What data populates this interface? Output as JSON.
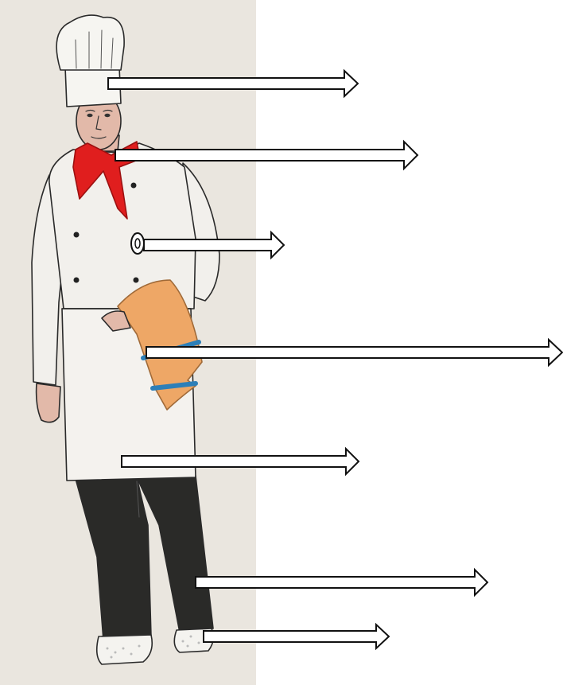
{
  "figure": {
    "subject": "chef-uniform-drawing",
    "icons": [
      "chef-hat-icon",
      "neckerchief-icon",
      "button-icon",
      "towel-icon",
      "apron-icon",
      "trousers-icon",
      "shoe-icon"
    ],
    "colors": {
      "paper": "#eae6df",
      "background": "#ffffff",
      "outline": "#2a2a2a",
      "skin": "#e2b9a9",
      "neckerchief": "#e01e1e",
      "towel": "#eea766",
      "towel_stripe": "#2d7fb8",
      "trousers": "#2a2a28",
      "arrow_fill": "#ffffff",
      "arrow_stroke": "#111111"
    },
    "arrows": [
      "arrow-hat",
      "arrow-neckerchief",
      "arrow-button",
      "arrow-towel",
      "arrow-apron",
      "arrow-trousers",
      "arrow-shoes"
    ]
  }
}
